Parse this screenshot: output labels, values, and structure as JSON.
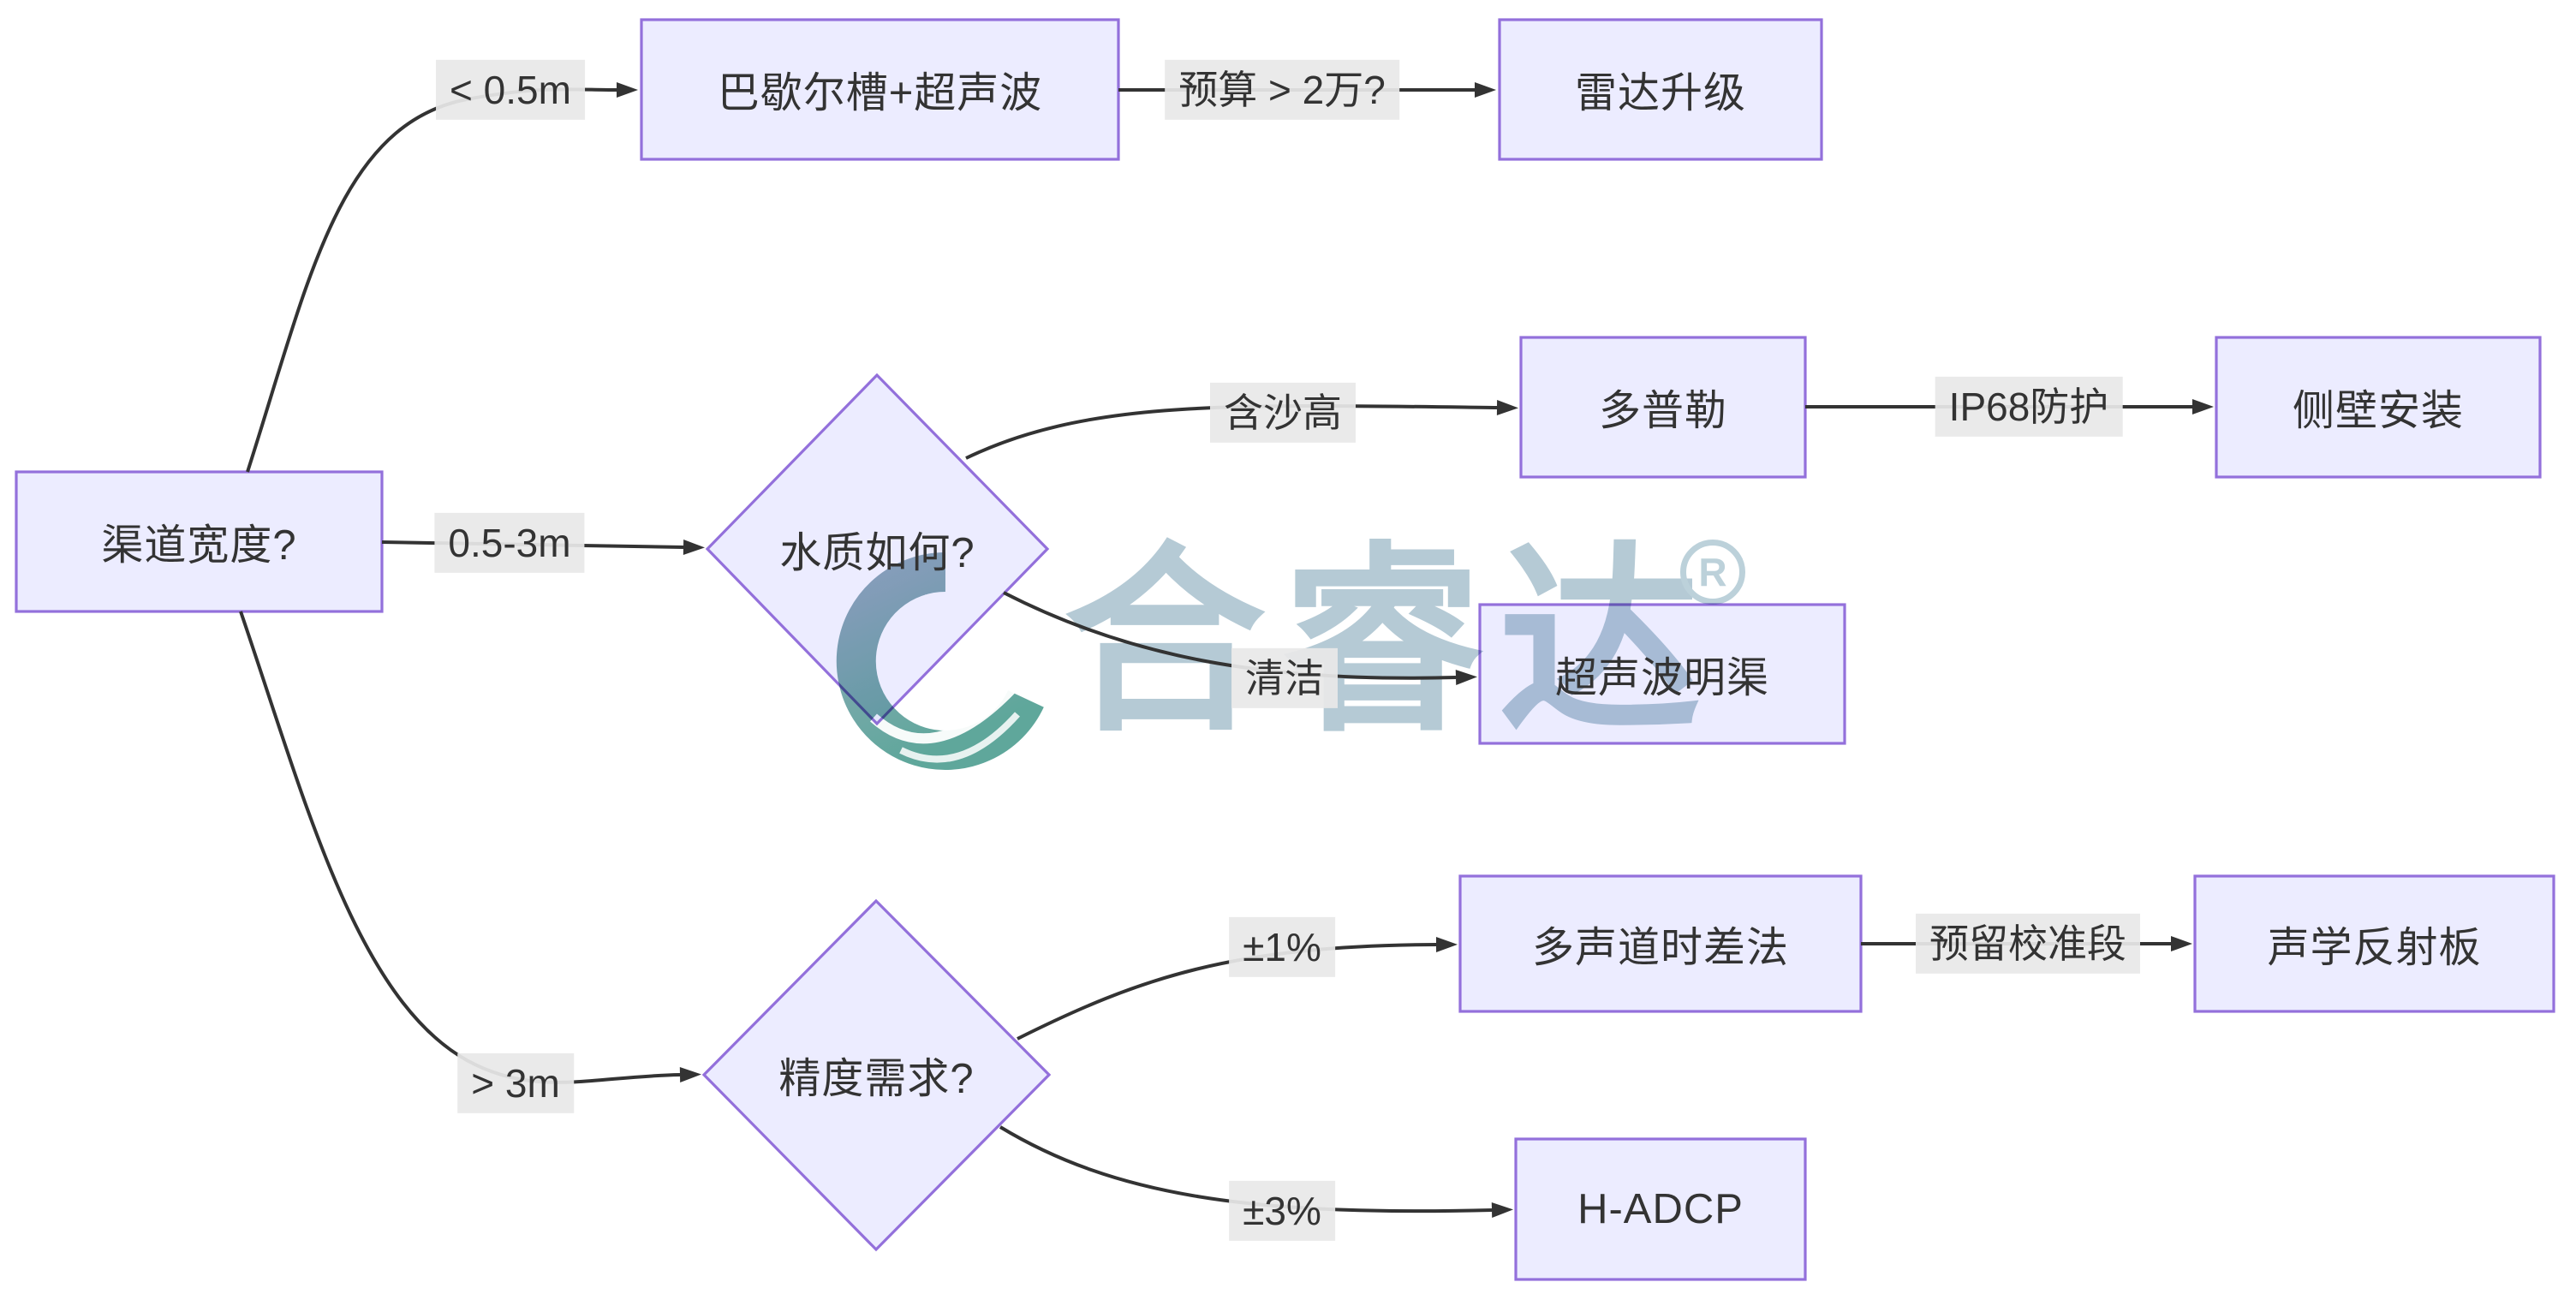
{
  "diagram": {
    "type": "flowchart",
    "direction": "left-to-right",
    "nodes": [
      {
        "id": "A",
        "shape": "rect",
        "label": "渠道宽度?"
      },
      {
        "id": "B",
        "shape": "rect",
        "label": "巴歇尔槽+超声波"
      },
      {
        "id": "C",
        "shape": "rect",
        "label": "雷达升级"
      },
      {
        "id": "D",
        "shape": "diamond",
        "label": "水质如何?"
      },
      {
        "id": "E",
        "shape": "rect",
        "label": "多普勒"
      },
      {
        "id": "F",
        "shape": "rect",
        "label": "侧壁安装"
      },
      {
        "id": "G",
        "shape": "rect",
        "label": "超声波明渠"
      },
      {
        "id": "H",
        "shape": "diamond",
        "label": "精度需求?"
      },
      {
        "id": "I",
        "shape": "rect",
        "label": "多声道时差法"
      },
      {
        "id": "J",
        "shape": "rect",
        "label": "声学反射板"
      },
      {
        "id": "K",
        "shape": "rect",
        "label": "H-ADCP"
      }
    ],
    "edges": [
      {
        "from": "渠道宽度?",
        "to": "巴歇尔槽+超声波",
        "label": "< 0.5m"
      },
      {
        "from": "巴歇尔槽+超声波",
        "to": "雷达升级",
        "label": "预算 > 2万?"
      },
      {
        "from": "渠道宽度?",
        "to": "水质如何?",
        "label": "0.5-3m"
      },
      {
        "from": "水质如何?",
        "to": "多普勒",
        "label": "含沙高"
      },
      {
        "from": "多普勒",
        "to": "侧壁安装",
        "label": "IP68防护"
      },
      {
        "from": "水质如何?",
        "to": "超声波明渠",
        "label": "清洁"
      },
      {
        "from": "渠道宽度?",
        "to": "精度需求?",
        "label": "> 3m"
      },
      {
        "from": "精度需求?",
        "to": "多声道时差法",
        "label": "±1%"
      },
      {
        "from": "多声道时差法",
        "to": "声学反射板",
        "label": "预留校准段"
      },
      {
        "from": "精度需求?",
        "to": "H-ADCP",
        "label": "±3%"
      }
    ],
    "watermark": {
      "text": "合睿达",
      "registered": "®"
    },
    "colors": {
      "node_fill": "#ECECFF",
      "node_border": "#9370DB",
      "edge_line": "#333333",
      "edge_label_bg": "#E8E8E8",
      "text": "#333333",
      "watermark_text": "#B5CAD5",
      "watermark_logo_teal": "#5FA79B",
      "watermark_logo_blue": "#93AABC"
    }
  }
}
